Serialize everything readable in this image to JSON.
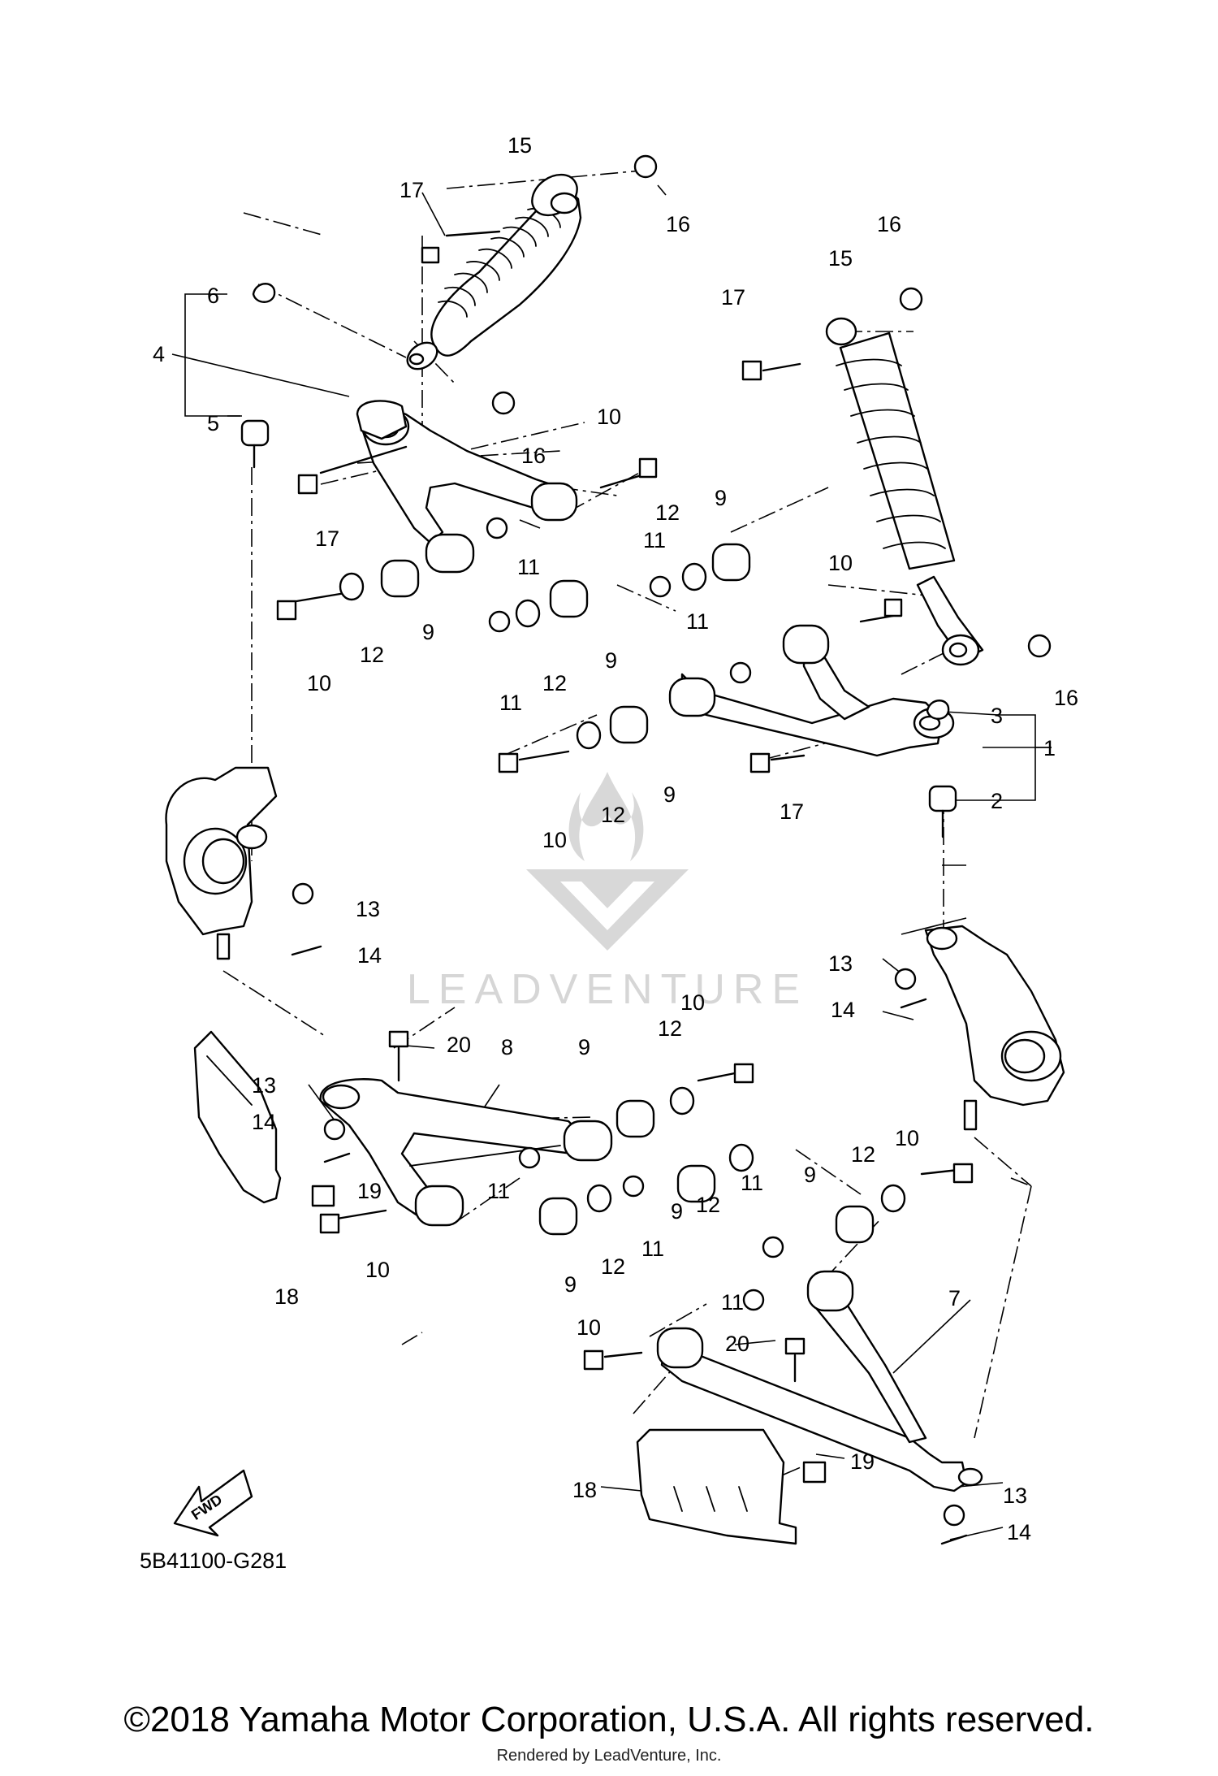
{
  "diagram": {
    "code": "5B41100-G281",
    "fwd_label": "FWD",
    "watermark": "LEADVENTURE",
    "callouts": [
      {
        "id": "c1",
        "text": "1"
      },
      {
        "id": "c2",
        "text": "2"
      },
      {
        "id": "c3",
        "text": "3"
      },
      {
        "id": "c4",
        "text": "4"
      },
      {
        "id": "c5",
        "text": "5"
      },
      {
        "id": "c6",
        "text": "6"
      },
      {
        "id": "c7",
        "text": "7"
      },
      {
        "id": "c8",
        "text": "8"
      },
      {
        "id": "c9a",
        "text": "9"
      },
      {
        "id": "c9b",
        "text": "9"
      },
      {
        "id": "c9c",
        "text": "9"
      },
      {
        "id": "c9d",
        "text": "9"
      },
      {
        "id": "c9e",
        "text": "9"
      },
      {
        "id": "c9f",
        "text": "9"
      },
      {
        "id": "c9g",
        "text": "9"
      },
      {
        "id": "c9h",
        "text": "9"
      },
      {
        "id": "c10a",
        "text": "10"
      },
      {
        "id": "c10b",
        "text": "10"
      },
      {
        "id": "c10c",
        "text": "10"
      },
      {
        "id": "c10d",
        "text": "10"
      },
      {
        "id": "c10e",
        "text": "10"
      },
      {
        "id": "c10f",
        "text": "10"
      },
      {
        "id": "c10g",
        "text": "10"
      },
      {
        "id": "c10h",
        "text": "10"
      },
      {
        "id": "c11a",
        "text": "11"
      },
      {
        "id": "c11b",
        "text": "11"
      },
      {
        "id": "c11c",
        "text": "11"
      },
      {
        "id": "c11d",
        "text": "11"
      },
      {
        "id": "c11e",
        "text": "11"
      },
      {
        "id": "c11f",
        "text": "11"
      },
      {
        "id": "c11g",
        "text": "11"
      },
      {
        "id": "c11h",
        "text": "11"
      },
      {
        "id": "c12a",
        "text": "12"
      },
      {
        "id": "c12b",
        "text": "12"
      },
      {
        "id": "c12c",
        "text": "12"
      },
      {
        "id": "c12d",
        "text": "12"
      },
      {
        "id": "c12e",
        "text": "12"
      },
      {
        "id": "c12f",
        "text": "12"
      },
      {
        "id": "c12g",
        "text": "12"
      },
      {
        "id": "c12h",
        "text": "12"
      },
      {
        "id": "c13a",
        "text": "13"
      },
      {
        "id": "c13b",
        "text": "13"
      },
      {
        "id": "c13c",
        "text": "13"
      },
      {
        "id": "c13d",
        "text": "13"
      },
      {
        "id": "c14a",
        "text": "14"
      },
      {
        "id": "c14b",
        "text": "14"
      },
      {
        "id": "c14c",
        "text": "14"
      },
      {
        "id": "c14d",
        "text": "14"
      },
      {
        "id": "c15a",
        "text": "15"
      },
      {
        "id": "c15b",
        "text": "15"
      },
      {
        "id": "c16a",
        "text": "16"
      },
      {
        "id": "c16b",
        "text": "16"
      },
      {
        "id": "c16c",
        "text": "16"
      },
      {
        "id": "c16d",
        "text": "16"
      },
      {
        "id": "c17a",
        "text": "17"
      },
      {
        "id": "c17b",
        "text": "17"
      },
      {
        "id": "c17c",
        "text": "17"
      },
      {
        "id": "c18a",
        "text": "18"
      },
      {
        "id": "c18b",
        "text": "18"
      },
      {
        "id": "c19a",
        "text": "19"
      },
      {
        "id": "c19b",
        "text": "19"
      },
      {
        "id": "c20a",
        "text": "20"
      },
      {
        "id": "c20b",
        "text": "20"
      }
    ]
  },
  "footer": {
    "copyright": "©2018 Yamaha Motor Corporation, U.S.A. All rights reserved.",
    "rendered_by": "Rendered by LeadVenture, Inc."
  }
}
